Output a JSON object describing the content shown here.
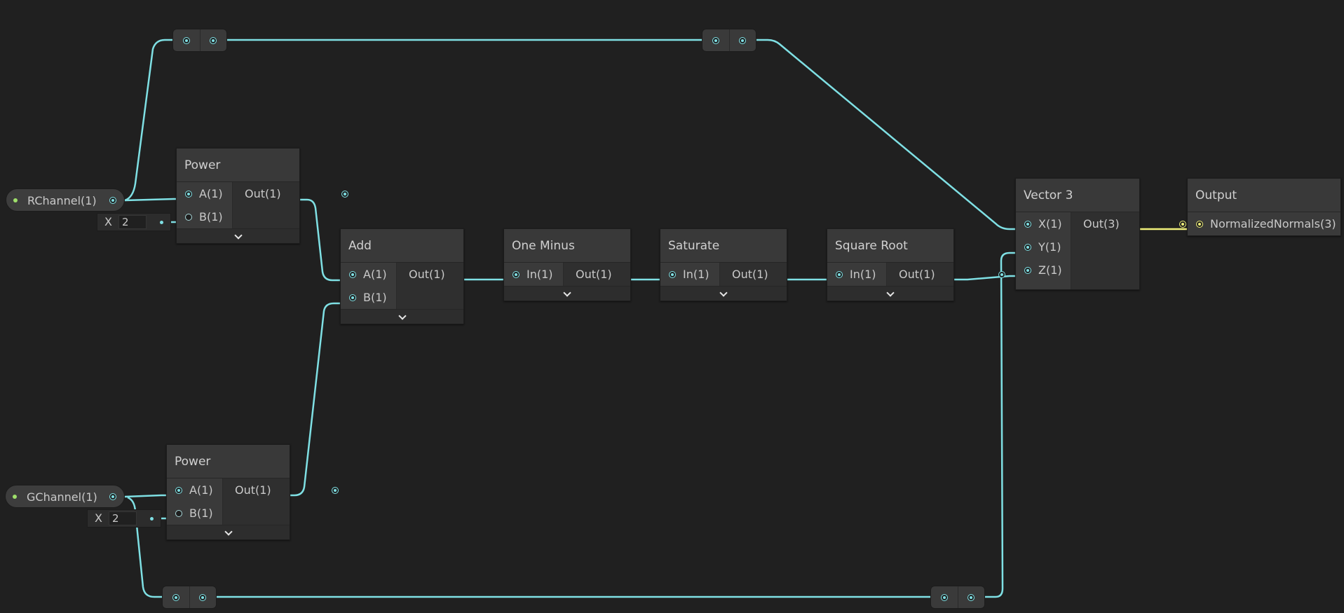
{
  "properties": {
    "r_channel": "RChannel(1)",
    "g_channel": "GChannel(1)"
  },
  "inline_inputs": {
    "power_r_b": {
      "axis": "X",
      "value": "2"
    },
    "power_g_b": {
      "axis": "X",
      "value": "2"
    }
  },
  "nodes": {
    "power_r": {
      "title": "Power",
      "in": [
        "A(1)",
        "B(1)"
      ],
      "out": "Out(1)"
    },
    "power_g": {
      "title": "Power",
      "in": [
        "A(1)",
        "B(1)"
      ],
      "out": "Out(1)"
    },
    "add": {
      "title": "Add",
      "in": [
        "A(1)",
        "B(1)"
      ],
      "out": "Out(1)"
    },
    "one_minus": {
      "title": "One Minus",
      "in": [
        "In(1)"
      ],
      "out": "Out(1)"
    },
    "saturate": {
      "title": "Saturate",
      "in": [
        "In(1)"
      ],
      "out": "Out(1)"
    },
    "square_root": {
      "title": "Square Root",
      "in": [
        "In(1)"
      ],
      "out": "Out(1)"
    },
    "vector3": {
      "title": "Vector 3",
      "in": [
        "X(1)",
        "Y(1)",
        "Z(1)"
      ],
      "out": "Out(3)"
    },
    "output": {
      "title": "Output",
      "in": [
        "NormalizedNormals(3)"
      ]
    }
  },
  "colors": {
    "background": "#202020",
    "wire_float": "#7fe0e4",
    "wire_vector3": "#f0f07a",
    "property_dot": "#9fe06b"
  }
}
